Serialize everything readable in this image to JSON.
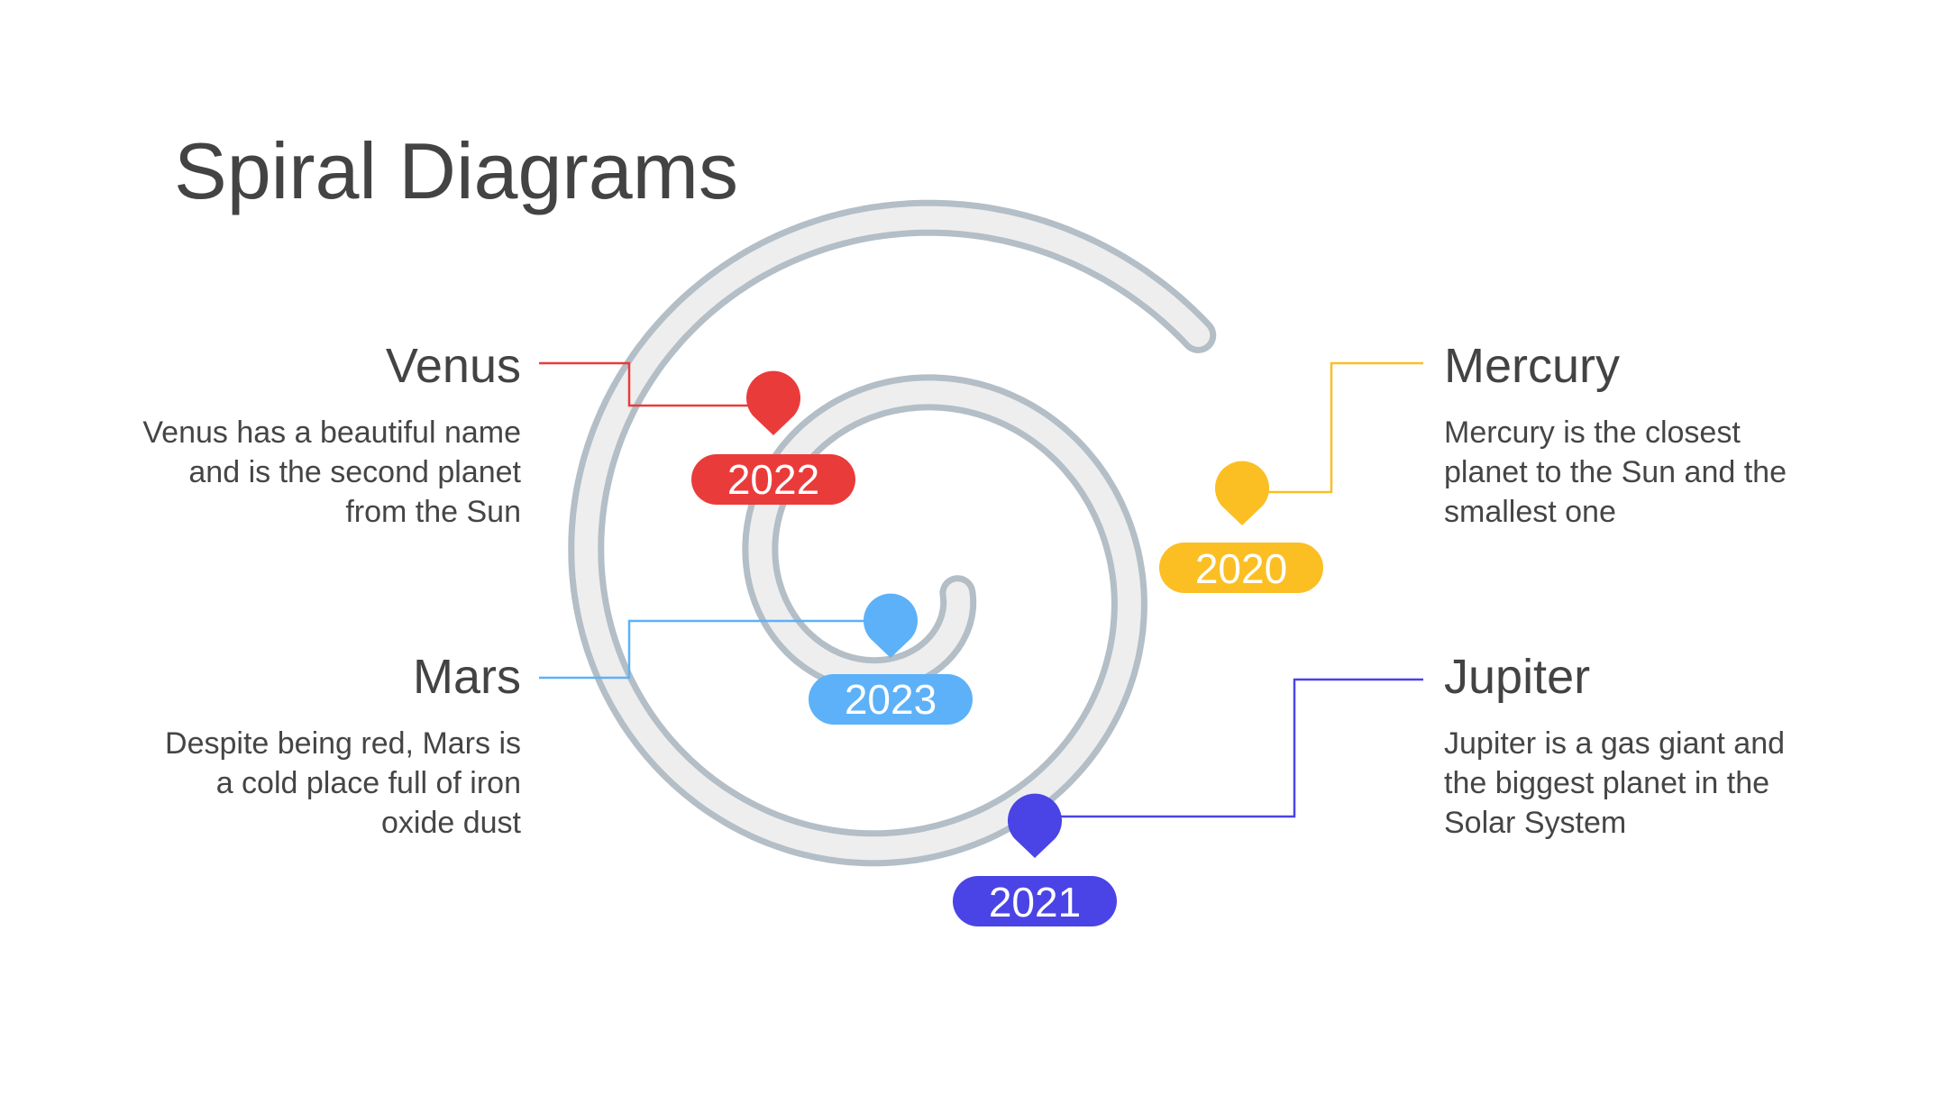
{
  "title": "Spiral Diagrams",
  "items": [
    {
      "key": "venus",
      "name": "Venus",
      "year": "2022",
      "color": "#EA3B3B",
      "description": "Venus has a beautiful name and is the second planet from the Sun"
    },
    {
      "key": "mars",
      "name": "Mars",
      "year": "2023",
      "color": "#5DB1F8",
      "description": "Despite being red, Mars is a cold place full of iron oxide dust"
    },
    {
      "key": "mercury",
      "name": "Mercury",
      "year": "2020",
      "color": "#FBBF24",
      "description": "Mercury is the closest planet to the Sun and the smallest one"
    },
    {
      "key": "jupiter",
      "name": "Jupiter",
      "year": "2021",
      "color": "#4A44E6",
      "description": "Jupiter is a gas giant and the biggest planet in the Solar System"
    }
  ],
  "spiral": {
    "outline_color": "#B3BEC6",
    "fill_color": "#EEEEEE"
  }
}
